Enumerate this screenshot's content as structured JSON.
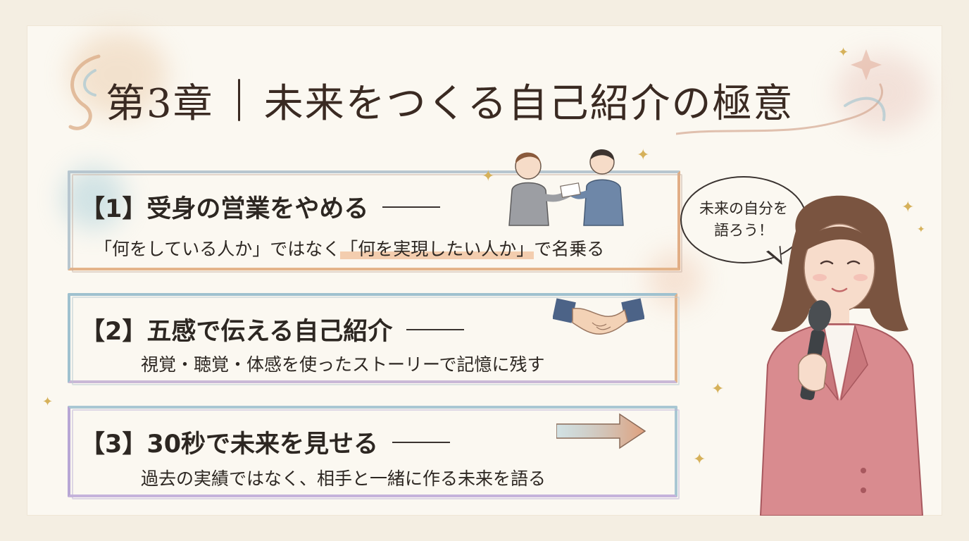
{
  "title": {
    "chapter": "第3章",
    "main": "未来をつくる自己紹介の極意"
  },
  "cards": [
    {
      "heading": "【1】受身の営業をやめる",
      "subtitle_before": "「何をしている人か」ではなく",
      "subtitle_highlight": "「何を実現したい人か」",
      "subtitle_after": "で名乗る"
    },
    {
      "heading": "【2】五感で伝える自己紹介",
      "subtitle": "視覚・聴覚・体感を使ったストーリーで記憶に残す"
    },
    {
      "heading": "【3】30秒で未来を見せる",
      "subtitle": "過去の実績ではなく、相手と一緒に作る未来を語る"
    }
  ],
  "speech_bubble": {
    "line1": "未来の自分を",
    "line2": "語ろう！"
  },
  "icons": [
    "business-card-exchange-icon",
    "handshake-icon",
    "arrow-right-icon",
    "sparkle-icon",
    "speaker-with-microphone-icon"
  ],
  "colors": {
    "background": "#f4eee2",
    "paper": "#fbf8f1",
    "text": "#2d2722",
    "highlight": "#ecaa78",
    "jacket": "#d98b8f",
    "accent_gold": "#d6b15a"
  }
}
